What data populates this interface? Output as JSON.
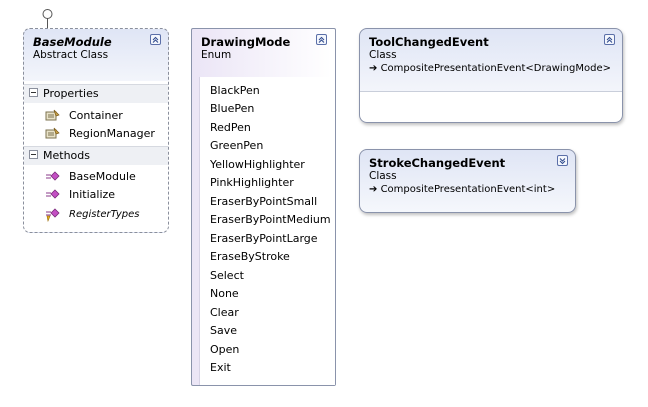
{
  "base_module": {
    "title": "BaseModule",
    "subtitle": "Abstract Class",
    "properties_label": "Properties",
    "properties": [
      {
        "name": "Container",
        "icon": "property-icon"
      },
      {
        "name": "RegionManager",
        "icon": "property-icon"
      }
    ],
    "methods_label": "Methods",
    "methods": [
      {
        "name": "BaseModule",
        "icon": "method-icon"
      },
      {
        "name": "Initialize",
        "icon": "method-icon"
      },
      {
        "name": "RegisterTypes",
        "icon": "abstract-method-icon"
      }
    ]
  },
  "drawing_mode": {
    "title": "DrawingMode",
    "subtitle": "Enum",
    "members": [
      "BlackPen",
      "BluePen",
      "RedPen",
      "GreenPen",
      "YellowHighlighter",
      "PinkHighlighter",
      "EraserByPointSmall",
      "EraserByPointMedium",
      "EraserByPointLarge",
      "EraseByStroke",
      "Select",
      "None",
      "Clear",
      "Save",
      "Open",
      "Exit"
    ]
  },
  "tool_changed_event": {
    "title": "ToolChangedEvent",
    "subtitle": "Class",
    "base": "CompositePresentationEvent<DrawingMode>"
  },
  "stroke_changed_event": {
    "title": "StrokeChangedEvent",
    "subtitle": "Class",
    "base": "CompositePresentationEvent<int>"
  },
  "colors": {
    "class_header": "#dfe5f5",
    "enum_header": "#ebe5f6",
    "border": "#8a93ab",
    "section_header": "#eef0f4"
  }
}
